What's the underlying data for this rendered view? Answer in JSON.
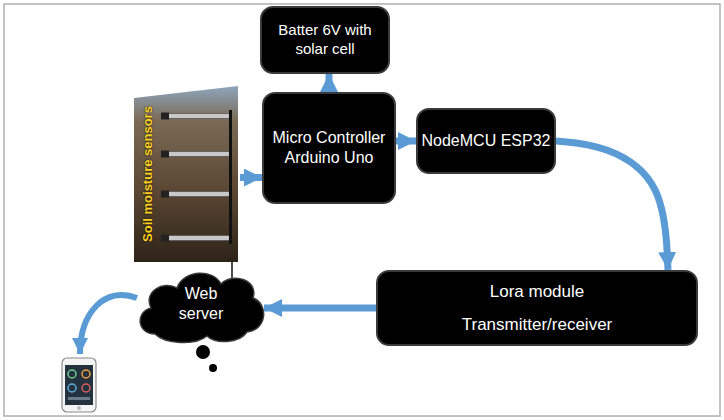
{
  "diagram": {
    "nodes": [
      {
        "text": [
          "Batter 6V with solar cell"
        ]
      },
      {
        "text": [
          "Soil moisture sensors"
        ]
      },
      {
        "text": [
          "Micro Controller Arduino Uno"
        ]
      },
      {
        "text": [
          "NodeMCU ESP32"
        ]
      },
      {
        "text": [
          "Web server"
        ]
      },
      {
        "text": [
          "Lora module",
          "Transmitter/receiver"
        ]
      }
    ],
    "edges": [
      {
        "from": 2,
        "to": 0,
        "arrow": "to"
      },
      {
        "from": 1,
        "to": 2,
        "arrow": "to"
      },
      {
        "from": 2,
        "to": 3,
        "arrow": "to"
      },
      {
        "from": 3,
        "to": 5,
        "arrow": "to"
      },
      {
        "from": 5,
        "to": 4,
        "arrow": "to"
      },
      {
        "from": 1,
        "to": 4,
        "arrow": "none"
      }
    ]
  }
}
